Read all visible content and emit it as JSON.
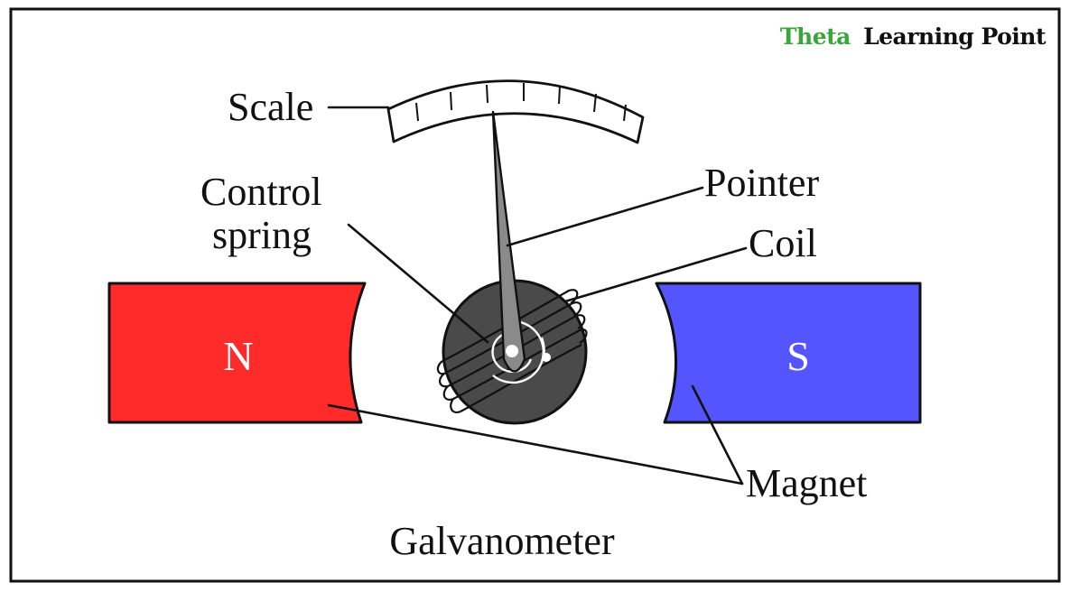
{
  "brand": {
    "part1": "Theta",
    "part2": "Learning Point",
    "color_part1": "#3aa63a",
    "color_part2": "#111111"
  },
  "title": "Galvanometer",
  "labels": {
    "scale": "Scale",
    "control_spring_line1": "Control",
    "control_spring_line2": "spring",
    "pointer": "Pointer",
    "coil": "Coil",
    "magnet": "Magnet"
  },
  "poles": {
    "north": "N",
    "south": "S"
  },
  "colors": {
    "north_magnet": "#ff2a2a",
    "south_magnet": "#5555ff",
    "coil_drum": "#4a4a4a",
    "pointer": "#8a8a8a",
    "border": "#111111"
  }
}
